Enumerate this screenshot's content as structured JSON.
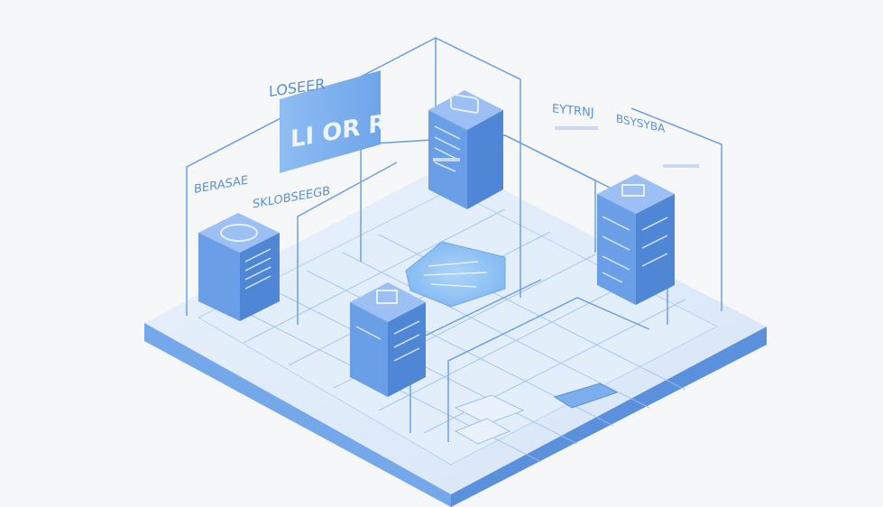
{
  "scene": {
    "kind": "isometric server room illustration",
    "colors": {
      "background": "#f6f7f8",
      "platform_top": "#dde9f8",
      "platform_side": "#6fa3e6",
      "platform_side_dark": "#5a90dc",
      "server_front": "#6a9fe8",
      "server_side": "#4f86d6",
      "server_top": "#9cc0f3",
      "line": "#6d9fe3",
      "hologram": "#8fc1f5",
      "text": "#5b8fd8"
    },
    "servers": [
      {
        "id": "server-front-left",
        "label": "server"
      },
      {
        "id": "server-back-center",
        "label": "server"
      },
      {
        "id": "server-right",
        "label": "server"
      },
      {
        "id": "server-front-center",
        "label": "server"
      }
    ],
    "signage": {
      "main_panel_text": "LI OR R",
      "top_text": "LOSEER",
      "left_text": "BERASAE",
      "left_text2": "SKLOBSEEGB",
      "right_text": "EYTRNJ",
      "right_text2": "BSYSYBA"
    }
  }
}
